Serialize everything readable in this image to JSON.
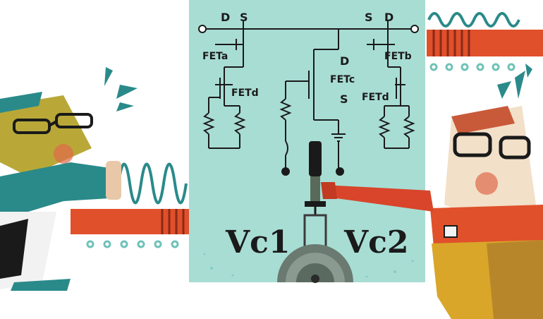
{
  "labels": {
    "d_left": "D",
    "s_left": "S",
    "s_right": "S",
    "d_right": "D",
    "feta": "FETa",
    "fetb": "FETb",
    "fetc": "FETc",
    "fetc_d": "D",
    "fetc_s": "S",
    "fetd_left": "FETd",
    "fetd_right": "FETd",
    "vc1": "Vc1",
    "vc2": "Vc2"
  },
  "colors": {
    "panel": "#a8ddd4",
    "ink": "#1a1a1a",
    "teal": "#2a8a8a",
    "orange_red": "#e0502a",
    "olive": "#b9a838",
    "mustard": "#d9a62a",
    "skin": "#e8c8a8"
  }
}
